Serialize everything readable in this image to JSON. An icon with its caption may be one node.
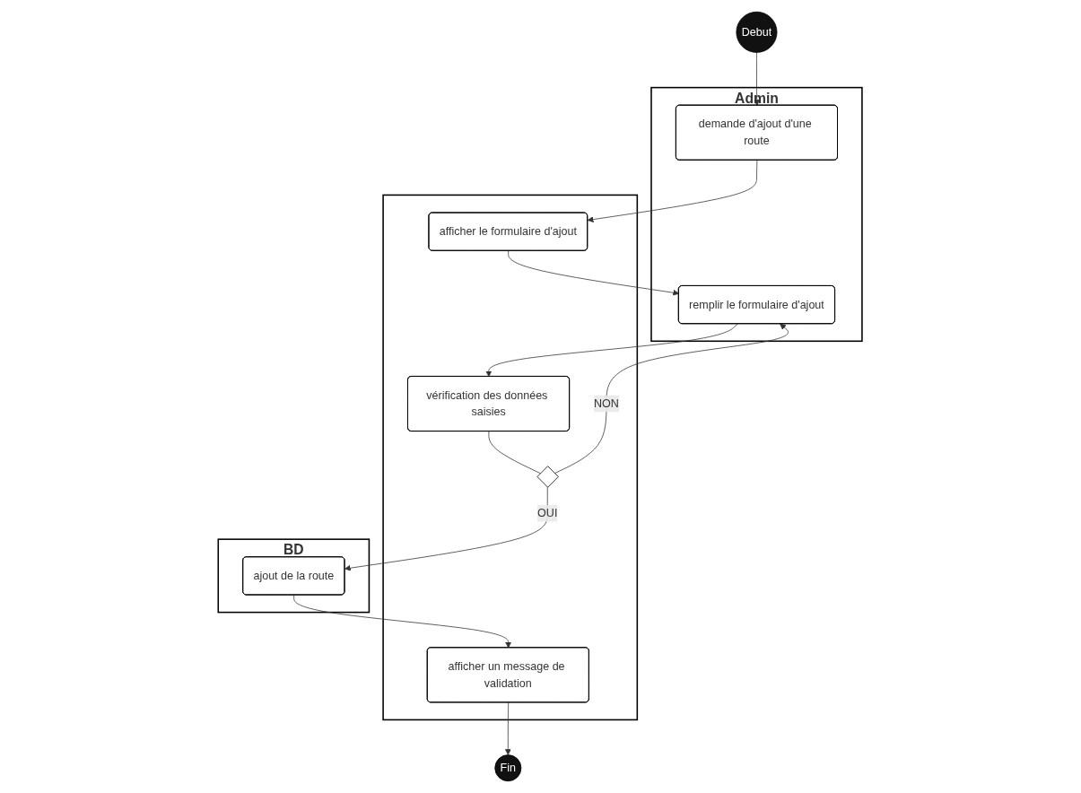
{
  "diagram": {
    "nodes": [
      {
        "text": [
          "Admin"
        ]
      },
      {
        "text": [],
        "shape": "box"
      },
      {
        "text": [
          "BD"
        ]
      },
      {
        "text": [
          "Debut"
        ]
      },
      {
        "text": [
          "demande d'ajout d'une route"
        ],
        "in": 0
      },
      {
        "text": [
          "afficher le formulaire d'ajout"
        ],
        "in": 1
      },
      {
        "text": [
          "remplir le formulaire d'ajout"
        ],
        "in": 0
      },
      {
        "text": [
          "vérification des données saisies"
        ],
        "in": 1
      },
      {
        "text": [],
        "shape": "diamond",
        "in": 1
      },
      {
        "text": [
          "ajout de la route"
        ],
        "in": 2
      },
      {
        "text": [
          "afficher un message de validation"
        ],
        "in": 1
      },
      {
        "text": [
          "Fin"
        ]
      }
    ],
    "edges": [
      {
        "from": 3,
        "to": 4,
        "arrow": "to"
      },
      {
        "from": 4,
        "to": 5,
        "arrow": "to"
      },
      {
        "from": 5,
        "to": 6,
        "arrow": "to"
      },
      {
        "from": 6,
        "to": 7,
        "arrow": "to"
      },
      {
        "from": 7,
        "to": 8,
        "arrow": "none"
      },
      {
        "from": 8,
        "to": 6,
        "arrow": "to",
        "label": "NON"
      },
      {
        "from": 8,
        "to": 9,
        "arrow": "to",
        "label": "OUI"
      },
      {
        "from": 9,
        "to": 10,
        "arrow": "to"
      },
      {
        "from": 10,
        "to": 11,
        "arrow": "to"
      }
    ]
  }
}
